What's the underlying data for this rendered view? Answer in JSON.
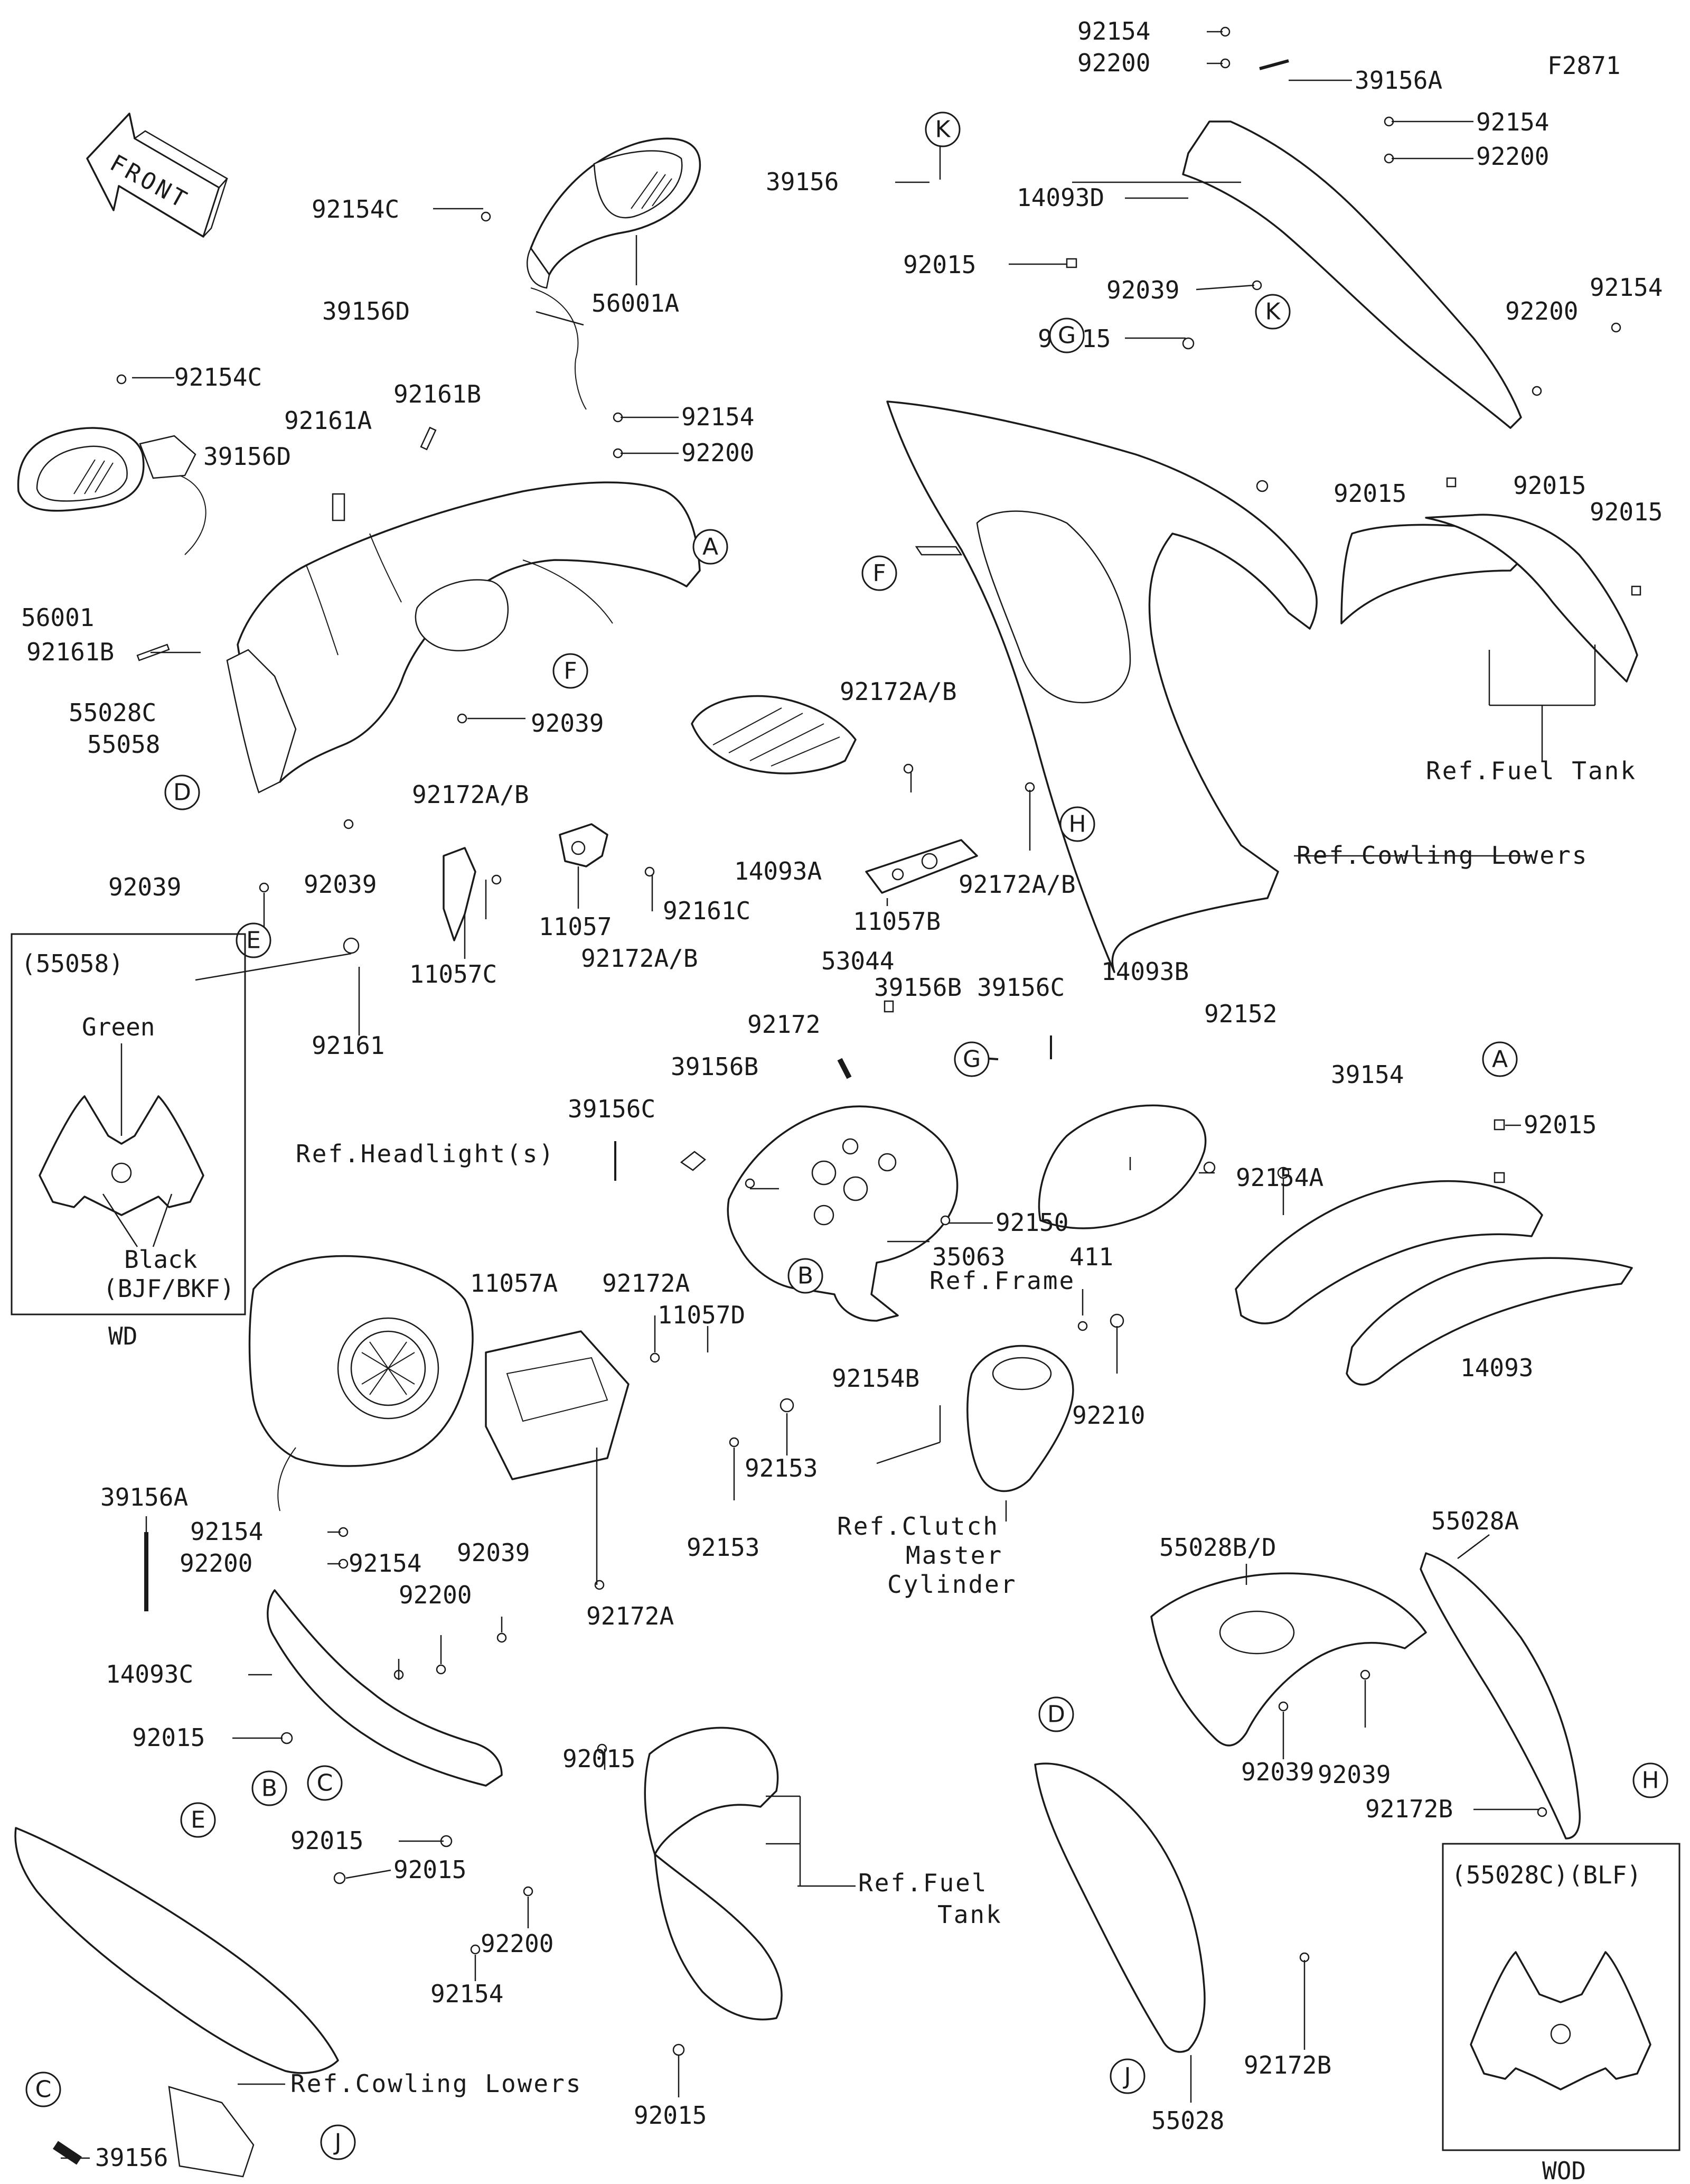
{
  "figure_code": "F2871",
  "front_arrow": {
    "label": "FRONT"
  },
  "part_labels": {
    "p92154_top": "92154",
    "p92200_top": "92200",
    "p39156A_top": "39156A",
    "p92154_r1": "92154",
    "p92200_r1": "92200",
    "p14093D": "14093D",
    "p92015_h": "92015",
    "p92039_k": "92039",
    "p92154_r2": "92154",
    "p92200_r2": "92200",
    "p92015_a": "92015",
    "p92015_b": "92015",
    "p92015_c": "92015",
    "p92015_d": "92015",
    "p39156_k": "39156",
    "p92154C_a": "92154C",
    "p56001A": "56001A",
    "p39156D_a": "39156D",
    "p92154C_b": "92154C",
    "p92161B_a": "92161B",
    "p92161A": "92161A",
    "p92154_m": "92154",
    "p92200_m": "92200",
    "p39156D_b": "39156D",
    "p56001": "56001",
    "p92161B_b": "92161B",
    "p55028C": "55028C",
    "p55058": "55058",
    "p92039_f": "92039",
    "p92172AB_a": "92172A/B",
    "p92172AB_b": "92172A/B",
    "p92039_e": "92039",
    "p92039_d": "92039",
    "p14093A": "14093A",
    "p92161C": "92161C",
    "p11057": "11057",
    "p92172AB_c": "92172A/B",
    "p11057B": "11057B",
    "p92172AB_d": "92172A/B",
    "p11057C": "11057C",
    "p92161": "92161",
    "p53044": "53044",
    "p39156B_a": "39156B",
    "p39156C_a": "39156C",
    "p14093B": "14093B",
    "p92152": "92152",
    "p92172": "92172",
    "p39156B_b": "39156B",
    "p39156C_b": "39156C",
    "p92154A": "92154A",
    "p39154": "39154",
    "p92015_ar": "92015",
    "p92150": "92150",
    "p35063": "35063",
    "p411": "411",
    "p11057A": "11057A",
    "p92172A_a": "92172A",
    "p11057D": "11057D",
    "p92154B": "92154B",
    "p92210": "92210",
    "p14093": "14093",
    "p92153_a": "92153",
    "p92153_b": "92153",
    "p39156A_b": "39156A",
    "p92154_l1": "92154",
    "p92200_l1": "92200",
    "p92154_l2": "92154",
    "p92200_l2": "92200",
    "p92039_l": "92039",
    "p92172A_b": "92172A",
    "p14093C": "14093C",
    "p92015_l1": "92015",
    "p92015_l2": "92015",
    "p92015_l3": "92015",
    "p92015_l4": "92015",
    "p92200_l3": "92200",
    "p92154_l3": "92154",
    "p92015_l5": "92015",
    "p39156_c": "39156",
    "p55028BD": "55028B/D",
    "p55028A": "55028A",
    "p92039_r1": "92039",
    "p92039_r2": "92039",
    "p92172B_a": "92172B",
    "p92172B_b": "92172B",
    "p55028": "55028"
  },
  "reference_labels": {
    "fuel_tank_top": "Ref.Fuel Tank",
    "cowling_lowers_top": "Ref.Cowling Lowers",
    "headlights": "Ref.Headlight(s)",
    "frame": "Ref.Frame",
    "clutch_1": "Ref.Clutch",
    "clutch_2": "Master",
    "clutch_3": "Cylinder",
    "fuel_tank_bottom_1": "Ref.Fuel",
    "fuel_tank_bottom_2": "Tank",
    "cowling_lowers_bottom": "Ref.Cowling Lowers"
  },
  "callouts": [
    "A",
    "B",
    "C",
    "D",
    "E",
    "F",
    "G",
    "H",
    "J",
    "K"
  ],
  "inset_wd": {
    "code": "(55058)",
    "color_top": "Green",
    "color_bottom": "Black",
    "variants": "(BJF/BKF)",
    "tag": "WD"
  },
  "inset_wod": {
    "code": "(55028C)(BLF)",
    "tag": "WOD"
  }
}
